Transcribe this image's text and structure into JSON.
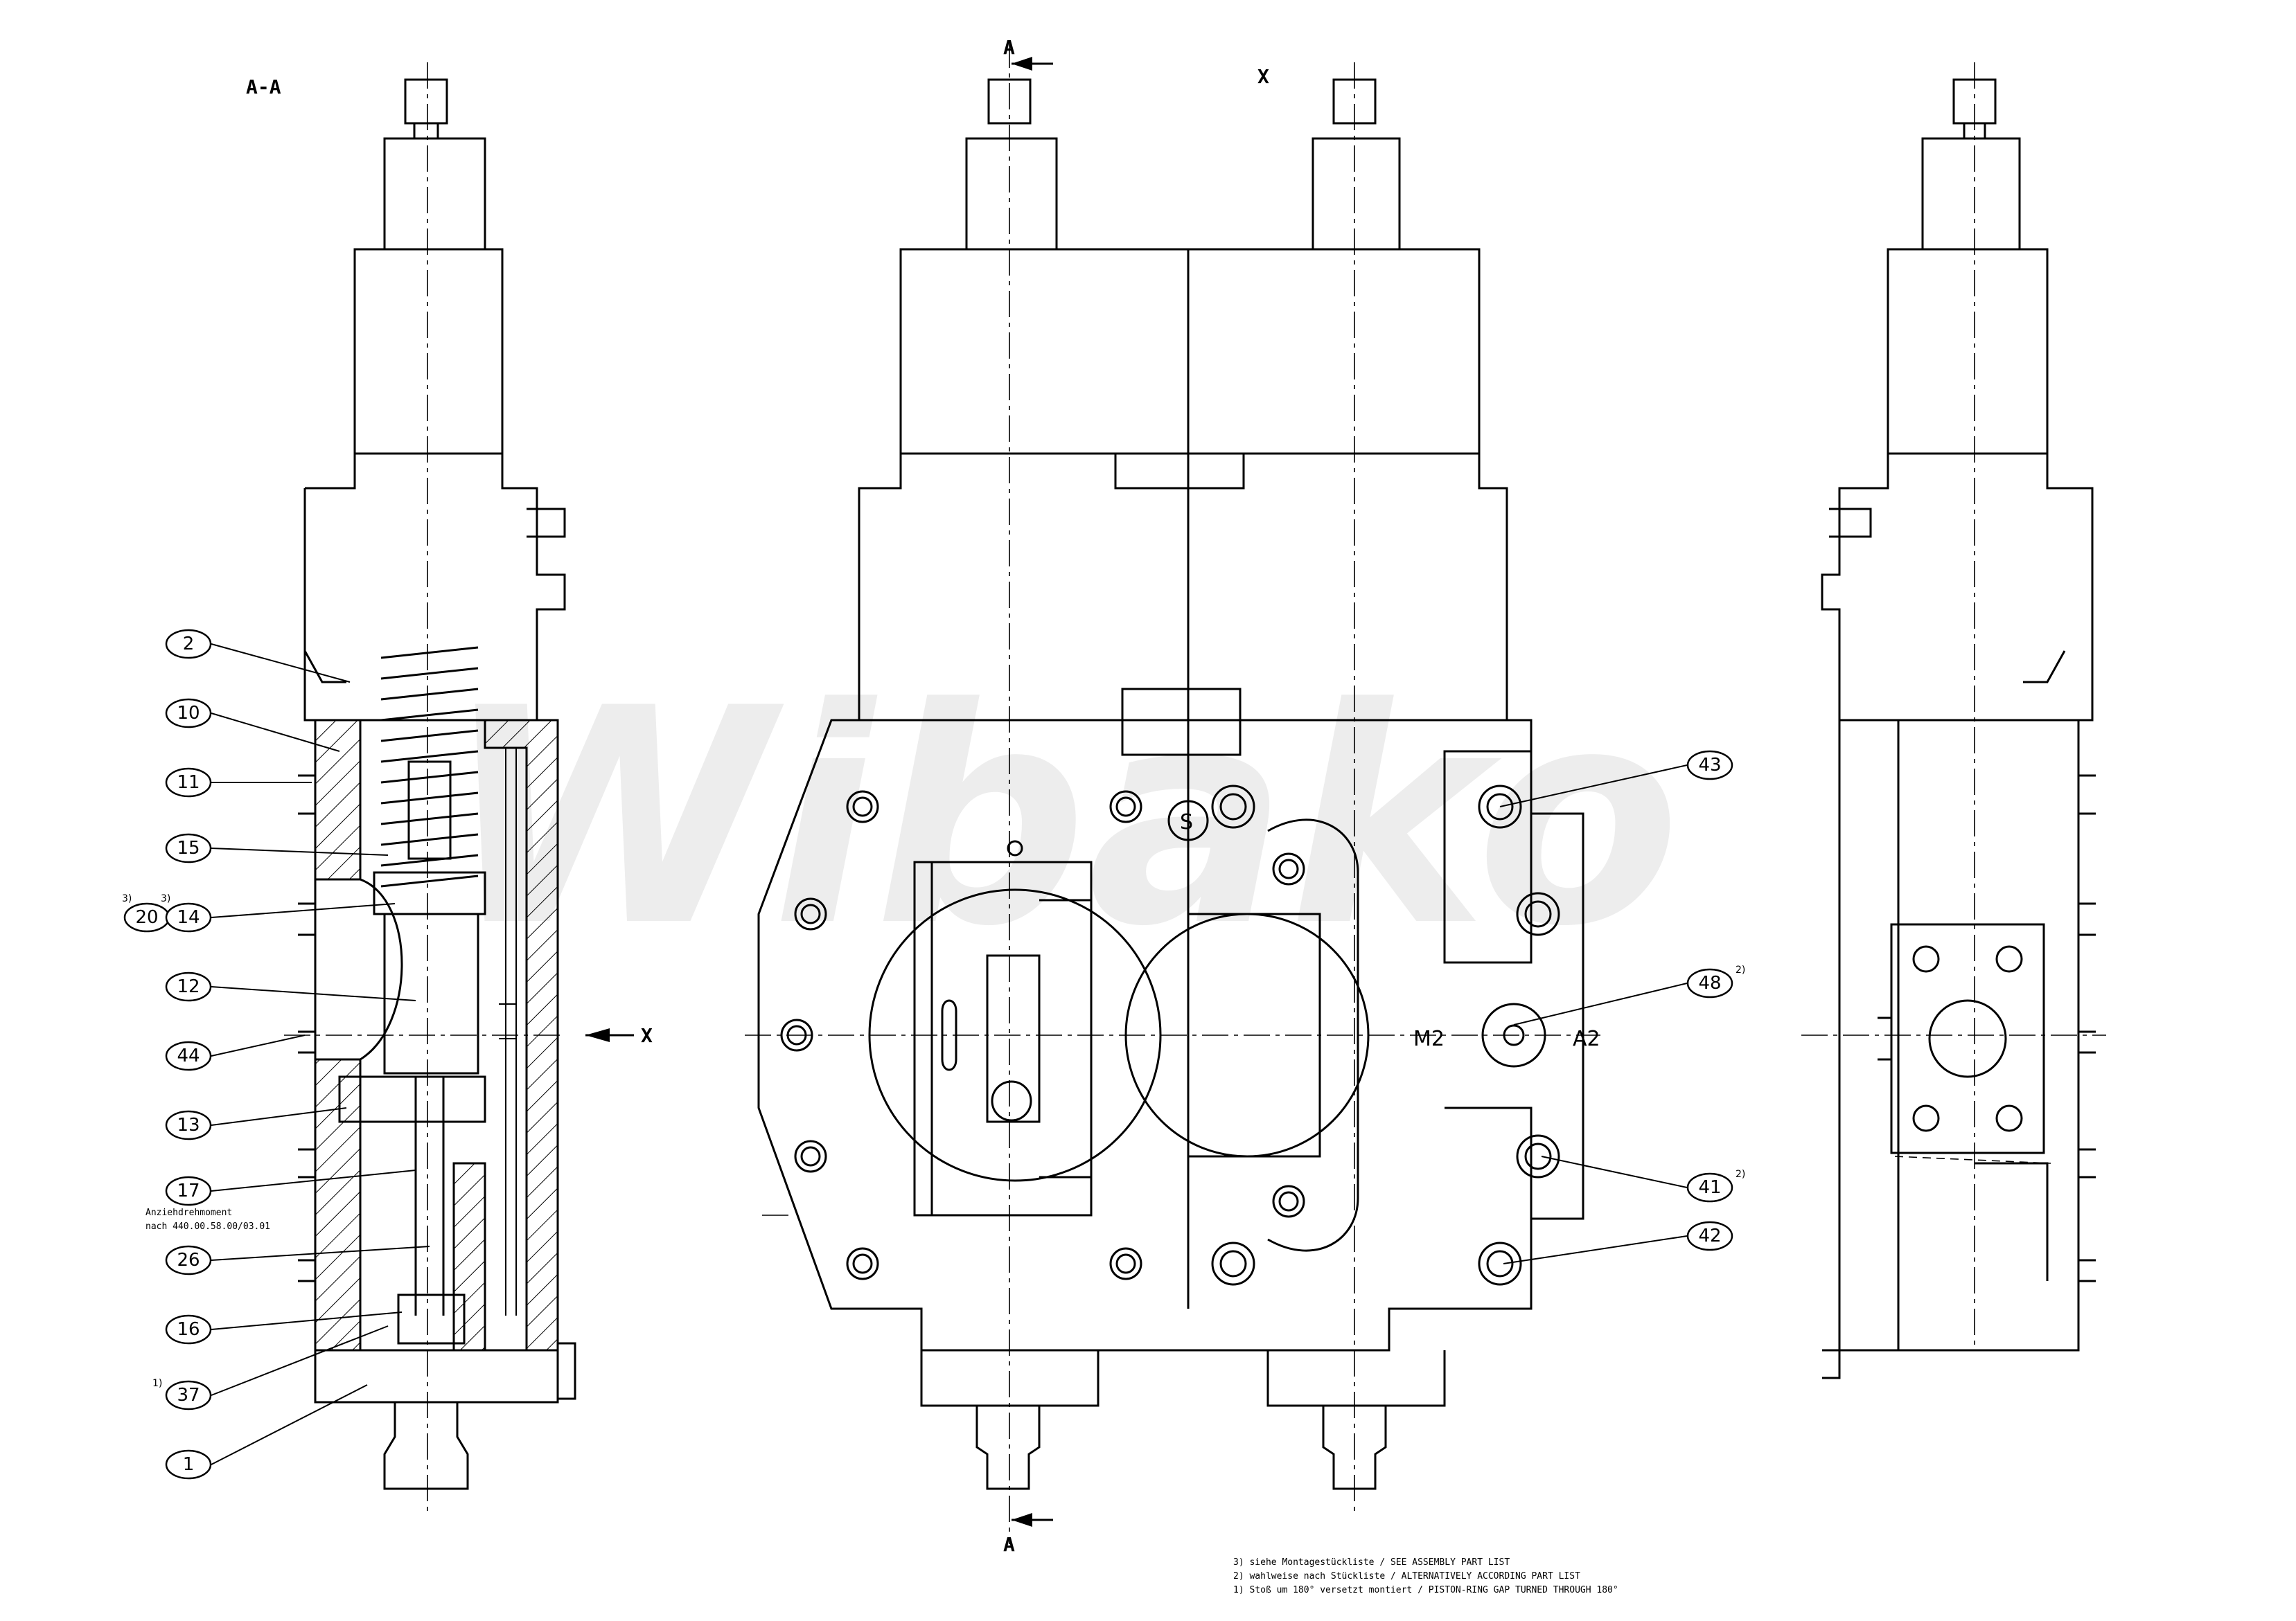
{
  "title": "",
  "watermark": "Wibako",
  "views": {
    "section_label": "A-A",
    "view_label": "X",
    "section_marker": "A",
    "view_arrow_label": "X"
  },
  "balloons": [
    {
      "id": "b2",
      "text": "2",
      "sup": ""
    },
    {
      "id": "b10",
      "text": "10",
      "sup": ""
    },
    {
      "id": "b11",
      "text": "11",
      "sup": ""
    },
    {
      "id": "b15",
      "text": "15",
      "sup": ""
    },
    {
      "id": "b20",
      "text": "20",
      "sup": "3)"
    },
    {
      "id": "b14",
      "text": "14",
      "sup": "3)"
    },
    {
      "id": "b12",
      "text": "12",
      "sup": ""
    },
    {
      "id": "b44",
      "text": "44",
      "sup": ""
    },
    {
      "id": "b13",
      "text": "13",
      "sup": ""
    },
    {
      "id": "b17",
      "text": "17",
      "sup": ""
    },
    {
      "id": "b26",
      "text": "26",
      "sup": ""
    },
    {
      "id": "b16",
      "text": "16",
      "sup": ""
    },
    {
      "id": "b37",
      "text": "37",
      "sup": "1)"
    },
    {
      "id": "b1",
      "text": "1",
      "sup": ""
    },
    {
      "id": "b43",
      "text": "43",
      "sup": ""
    },
    {
      "id": "b48",
      "text": "48",
      "sup": "2)"
    },
    {
      "id": "b41",
      "text": "41",
      "sup": "2)"
    },
    {
      "id": "b42",
      "text": "42",
      "sup": ""
    }
  ],
  "torque_note": {
    "line1": "Anziehdrehmoment",
    "line2": "nach 440.00.58.00/03.01"
  },
  "ports": {
    "m2": "M2",
    "a2": "A2",
    "s": "S"
  },
  "footnotes": [
    "3) siehe Montagestückliste / SEE ASSEMBLY PART LIST",
    "2) wahlweise nach Stückliste / ALTERNATIVELY ACCORDING PART LIST",
    "1) Stoß um 180° versetzt montiert / PISTON-RING GAP TURNED THROUGH 180°"
  ]
}
